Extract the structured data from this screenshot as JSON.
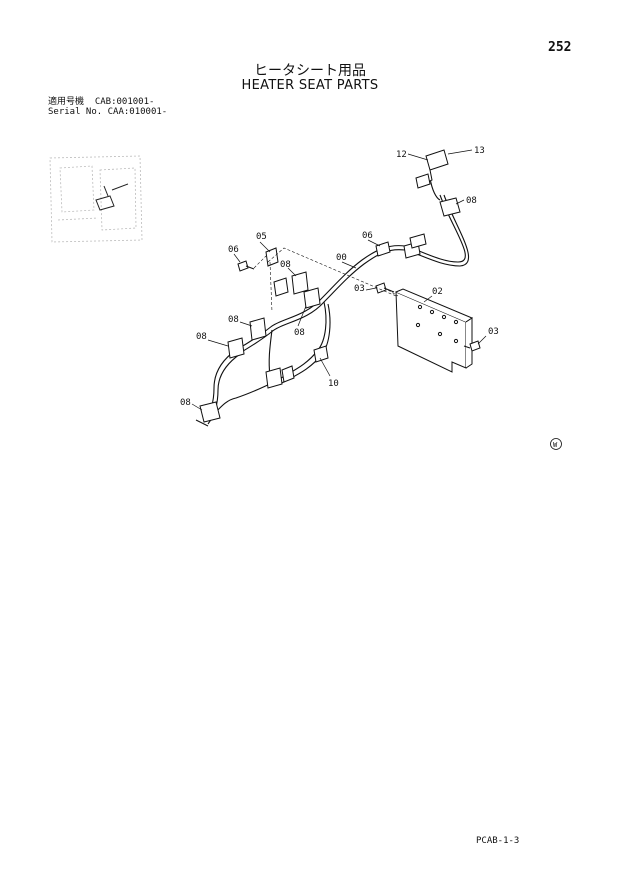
{
  "page": {
    "number": "252",
    "title_jp": "ヒータシート用品",
    "title_en": "HEATER SEAT PARTS",
    "serial_line_1": "適用号機  CAB:001001-",
    "serial_line_2": "Serial No. CAA:010001-",
    "footer_code": "PCAB-1-3"
  },
  "diagram": {
    "callouts": [
      "12",
      "13",
      "08",
      "05",
      "06",
      "00",
      "06",
      "08",
      "03",
      "02",
      "03",
      "08",
      "08",
      "08",
      "10",
      "08"
    ],
    "symbol": "W"
  }
}
